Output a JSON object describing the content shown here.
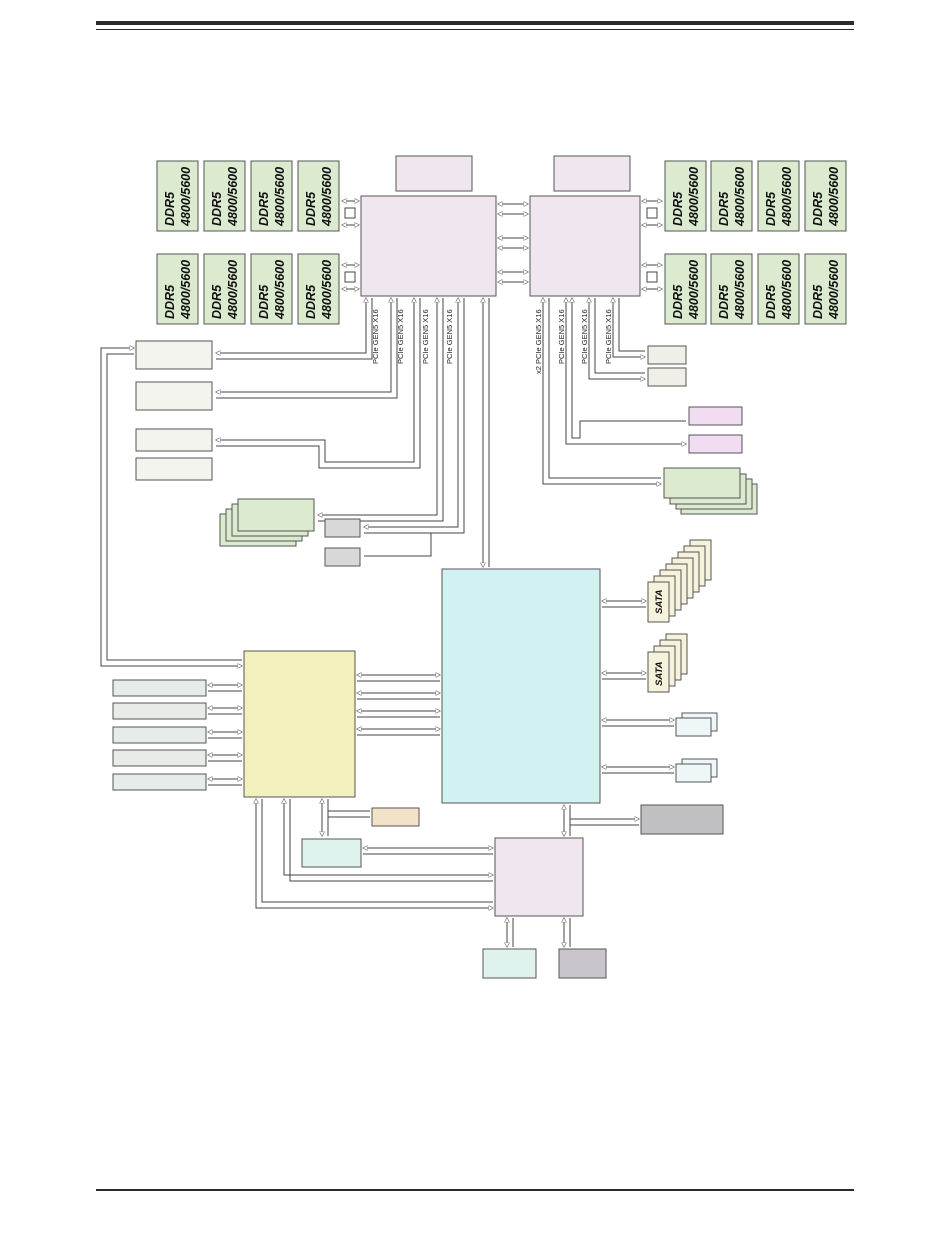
{
  "memory": {
    "dimm_type": "DDR5",
    "dimm_speed": "4800/5600"
  },
  "pcie": {
    "cpu1_labels": [
      "PCIe GEN5 X16",
      "PCIe GEN5 X16",
      "PCIe GEN5 X16",
      "PCIe GEN5 X16"
    ],
    "cpu2_labels": [
      "x2 PCIe GEN5 X16",
      "PCIe GEN5 X16",
      "PCIe GEN5 X16",
      "PCIe GEN5 X16"
    ]
  },
  "storage": {
    "sata_label": "SATA"
  },
  "colors": {
    "cpu": "#efe6f0",
    "dimm": "#dcebd0",
    "pch": "#d2f2f2",
    "bmc": "#f2f0bc",
    "slot": "#f3f4ee",
    "grey": "#d8d8d8",
    "pink": "#f2dcf2",
    "dark": "#c0bfc2",
    "tan": "#f2e3c8",
    "lan": "#e0f2ee"
  }
}
